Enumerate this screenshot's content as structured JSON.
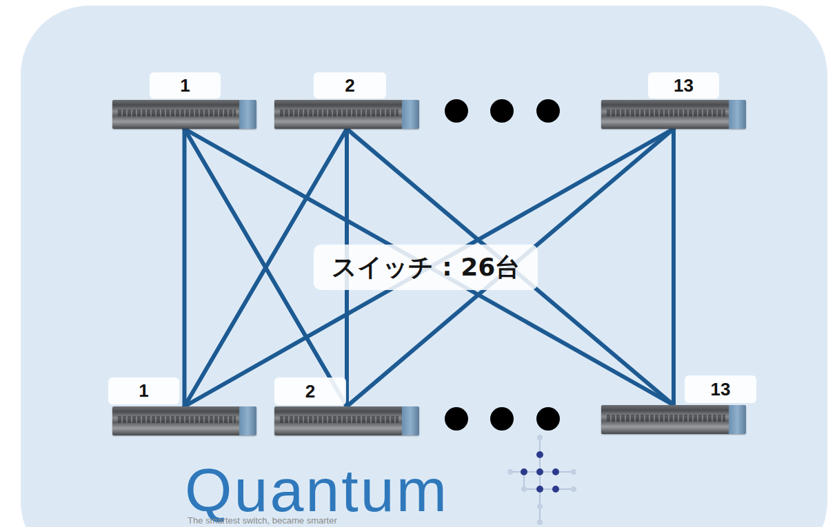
{
  "diagram": {
    "nodes": [
      {
        "text": [
          "1"
        ]
      },
      {
        "text": [
          "2"
        ]
      },
      {
        "text": [
          "13"
        ]
      },
      {
        "text": [
          "1"
        ]
      },
      {
        "text": [
          "2"
        ]
      },
      {
        "text": [
          "13"
        ]
      },
      {
        "text": [
          "スイッチ : 26台"
        ]
      }
    ],
    "edges": [
      {
        "from": 0,
        "to": 3,
        "arrow": "none"
      },
      {
        "from": 0,
        "to": 4,
        "arrow": "none"
      },
      {
        "from": 0,
        "to": 5,
        "arrow": "none"
      },
      {
        "from": 1,
        "to": 3,
        "arrow": "none"
      },
      {
        "from": 1,
        "to": 4,
        "arrow": "none"
      },
      {
        "from": 1,
        "to": 5,
        "arrow": "none"
      },
      {
        "from": 2,
        "to": 3,
        "arrow": "none"
      },
      {
        "from": 2,
        "to": 4,
        "arrow": "none"
      },
      {
        "from": 2,
        "to": 5,
        "arrow": "none"
      }
    ],
    "labels": [
      "Quantum",
      "The smartest switch, became smarter"
    ]
  }
}
